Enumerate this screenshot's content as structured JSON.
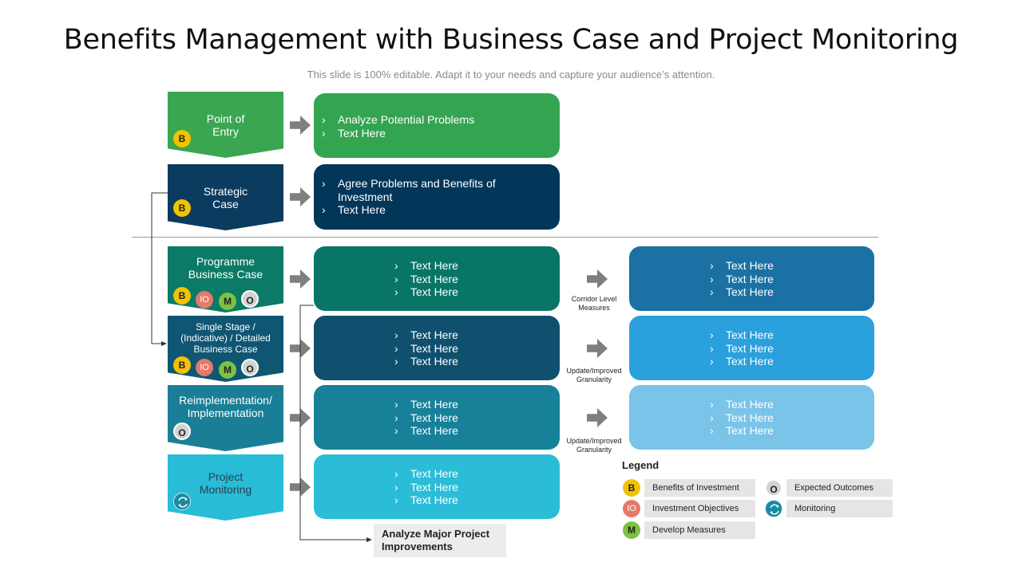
{
  "title": "Benefits Management with Business Case and Project Monitoring",
  "subtitle": "This slide is 100% editable. Adapt it to your needs and capture your audience’s attention.",
  "stages": [
    {
      "label": "Point of Entry",
      "color": "#3aa651"
    },
    {
      "label": "Strategic Case",
      "color": "#0b3b5e"
    },
    {
      "label": "Programme Business Case",
      "color": "#0b7a66"
    },
    {
      "label": "Single Stage / (Indicative) / Detailed Business Case",
      "color": "#0f5673"
    },
    {
      "label": "Reimplementation/ Implementation",
      "color": "#1a7f96"
    },
    {
      "label": "Project Monitoring",
      "color": "#29bcd6"
    }
  ],
  "badges": {
    "B": "B",
    "IO": "IO",
    "M": "M",
    "O": "O",
    "monitoring_icon": "refresh-cycle-icon"
  },
  "boxes_mid": [
    {
      "items": [
        "Analyze Potential Problems",
        "Text Here"
      ],
      "color": "#33a450"
    },
    {
      "items": [
        "Agree Problems and Benefits of Investment",
        "Text Here"
      ],
      "color": "#02375a"
    },
    {
      "items": [
        "Text Here",
        "Text Here",
        "Text Here"
      ],
      "color": "#087567"
    },
    {
      "items": [
        "Text Here",
        "Text Here",
        "Text Here"
      ],
      "color": "#10506e"
    },
    {
      "items": [
        "Text Here",
        "Text Here",
        "Text Here"
      ],
      "color": "#178199"
    },
    {
      "items": [
        "Text Here",
        "Text Here",
        "Text Here"
      ],
      "color": "#2bbdd8"
    }
  ],
  "boxes_right": [
    {
      "items": [
        "Text Here",
        "Text Here",
        "Text Here"
      ],
      "color": "#1b71a4"
    },
    {
      "items": [
        "Text Here",
        "Text Here",
        "Text Here"
      ],
      "color": "#2aa0dc"
    },
    {
      "items": [
        "Text Here",
        "Text Here",
        "Text Here"
      ],
      "color": "#79c4e8"
    }
  ],
  "captions": [
    "Corridor Level Measures",
    "Update/Improved Granularity",
    "Update/Improved Granularity"
  ],
  "improvements_label": "Analyze Major Project Improvements",
  "legend": {
    "title": "Legend",
    "items": [
      {
        "badge": "B",
        "label": "Benefits of Investment"
      },
      {
        "badge": "IO",
        "label": "Investment Objectives"
      },
      {
        "badge": "M",
        "label": "Develop Measures"
      },
      {
        "badge": "O",
        "label": "Expected Outcomes"
      },
      {
        "badge": "monitoring",
        "label": "Monitoring"
      }
    ]
  }
}
